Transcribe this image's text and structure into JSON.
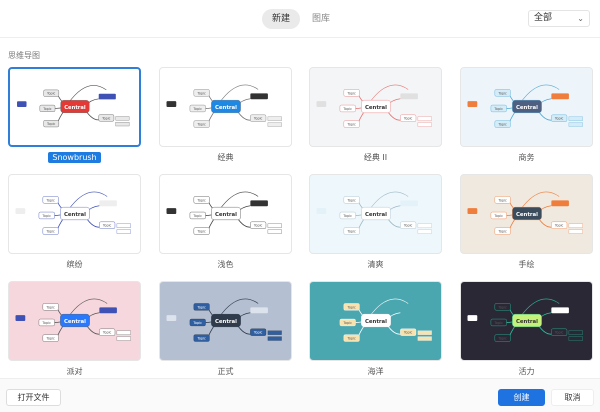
{
  "header": {
    "tabs": [
      {
        "label": "新建",
        "active": true
      },
      {
        "label": "图库",
        "active": false
      }
    ],
    "filter": {
      "value": "全部"
    }
  },
  "section_title": "思维导图",
  "templates": [
    {
      "name": "Snowbrush",
      "selected": true,
      "bg": "#ffffff",
      "central_bg": "#e53935",
      "central_fg": "#ffffff",
      "accent": "#3f51b5",
      "line": "#555555",
      "topic_bg": "#e8e8e8"
    },
    {
      "name": "经典",
      "bg": "#ffffff",
      "central_bg": "#1e88e5",
      "central_fg": "#ffffff",
      "accent": "#333333",
      "line": "#777777",
      "topic_bg": "#eeeeee"
    },
    {
      "name": "经典 II",
      "bg": "#f4f5f7",
      "central_bg": "#ffffff",
      "central_fg": "#333333",
      "accent": "#e0e0e0",
      "line": "#e57373",
      "topic_bg": "#ffffff"
    },
    {
      "name": "商务",
      "bg": "#eef5fa",
      "central_bg": "#4f5f7f",
      "central_fg": "#ffffff",
      "accent": "#ef7d3c",
      "line": "#4fa9d6",
      "topic_bg": "#d4ecf7"
    },
    {
      "name": "缤纷",
      "bg": "#ffffff",
      "central_bg": "#ffffff",
      "central_fg": "#333333",
      "accent": "#eeeeee",
      "line": "#3f51b5",
      "topic_bg": "#ffffff"
    },
    {
      "name": "浅色",
      "bg": "#ffffff",
      "central_bg": "#ffffff",
      "central_fg": "#333333",
      "accent": "#333333",
      "line": "#444444",
      "topic_bg": "#ffffff"
    },
    {
      "name": "清爽",
      "bg": "#eef7fb",
      "central_bg": "#ffffff",
      "central_fg": "#333333",
      "accent": "#e3f1f8",
      "line": "#9fb8c6",
      "topic_bg": "#ffffff"
    },
    {
      "name": "手绘",
      "bg": "#efe9df",
      "central_bg": "#3b4c5c",
      "central_fg": "#ffffff",
      "accent": "#ef7d3c",
      "line": "#ef7d3c",
      "topic_bg": "#ffffff"
    },
    {
      "name": "派对",
      "bg": "#f5d7dd",
      "central_bg": "#2979ff",
      "central_fg": "#ffffff",
      "accent": "#3f51b5",
      "line": "#555555",
      "topic_bg": "#ffffff"
    },
    {
      "name": "正式",
      "bg": "#b4bfd2",
      "central_bg": "#2f3a4a",
      "central_fg": "#ffffff",
      "accent": "#dde3ec",
      "line": "#2f3a4a",
      "topic_bg": "#2f5fa0"
    },
    {
      "name": "海洋",
      "bg": "#4aa7b0",
      "central_bg": "#ffffff",
      "central_fg": "#333333",
      "accent": "#4aa7b0",
      "line": "#ffffff",
      "topic_bg": "#f8e3b0"
    },
    {
      "name": "活力",
      "bg": "#2b2836",
      "central_bg": "#c5f07a",
      "central_fg": "#333333",
      "accent": "#ffffff",
      "line": "#28c2a0",
      "topic_bg": "#2b2836"
    }
  ],
  "preview": {
    "central": "Central",
    "topic": "Topic"
  },
  "footer": {
    "open_file": "打开文件",
    "create": "创建",
    "cancel": "取消"
  }
}
